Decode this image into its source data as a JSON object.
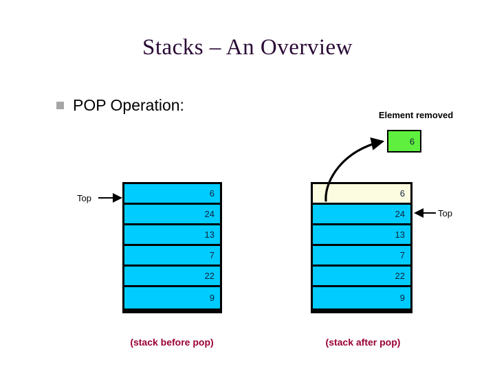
{
  "slide": {
    "title": "Stacks – An Overview",
    "bullet": {
      "marker": "square-bullet-icon",
      "text": "POP Operation:"
    }
  },
  "annotations": {
    "element_removed_label": "Element removed",
    "removed_value": "6",
    "top_label_before": "Top",
    "top_label_after": "Top",
    "arrow_removed_element": "curved-arrow-icon",
    "arrow_top_before": "arrow-right-icon",
    "arrow_top_after": "arrow-left-icon"
  },
  "stacks": {
    "before": {
      "caption": "(stack before pop)",
      "cells": [
        {
          "value": "6",
          "state": "filled"
        },
        {
          "value": "24",
          "state": "filled"
        },
        {
          "value": "13",
          "state": "filled"
        },
        {
          "value": "7",
          "state": "filled"
        },
        {
          "value": "22",
          "state": "filled"
        },
        {
          "value": "9",
          "state": "filled"
        }
      ],
      "top_index": 0
    },
    "after": {
      "caption": "(stack after pop)",
      "cells": [
        {
          "value": "6",
          "state": "removed"
        },
        {
          "value": "24",
          "state": "filled"
        },
        {
          "value": "13",
          "state": "filled"
        },
        {
          "value": "7",
          "state": "filled"
        },
        {
          "value": "22",
          "state": "filled"
        },
        {
          "value": "9",
          "state": "filled"
        }
      ],
      "top_index": 1
    }
  },
  "colors": {
    "background": "#ffffff",
    "title": "#2a0a35",
    "cell_filled": "#00ccff",
    "cell_removed": "#fcfce0",
    "removed_box": "#5fef3f",
    "caption": "#990033",
    "bullet_marker": "#a6a6a6",
    "outline": "#000000",
    "cell_value_text": "#10203a"
  }
}
